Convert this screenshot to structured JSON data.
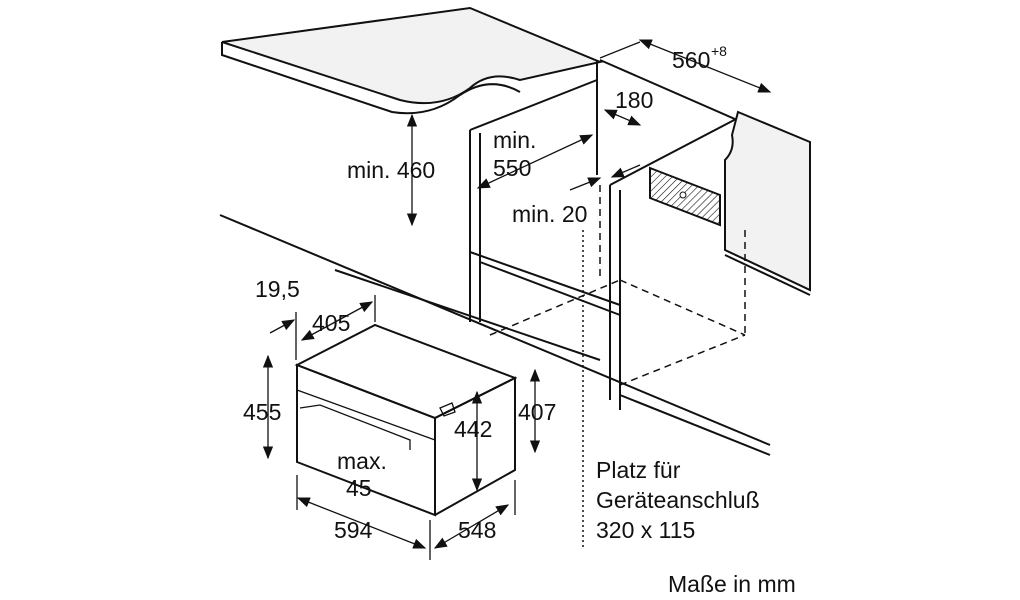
{
  "dimensions": {
    "niche_width": "560",
    "niche_width_tolerance": "+8",
    "vent_depth": "180",
    "min_depth_label": "min.",
    "min_depth_value": "550",
    "min_height": "min. 460",
    "min_gap": "min. 20",
    "front_offset": "19,5",
    "top_depth": "405",
    "front_height": "455",
    "body_height_442": "442",
    "rear_height": "407",
    "door_max_label": "max.",
    "door_max_value": "45",
    "width": "594",
    "depth": "548"
  },
  "connection_note": {
    "line1": "Platz für",
    "line2": "Geräteanschluß",
    "line3": "320 x 115"
  },
  "units_note": "Maße in mm"
}
